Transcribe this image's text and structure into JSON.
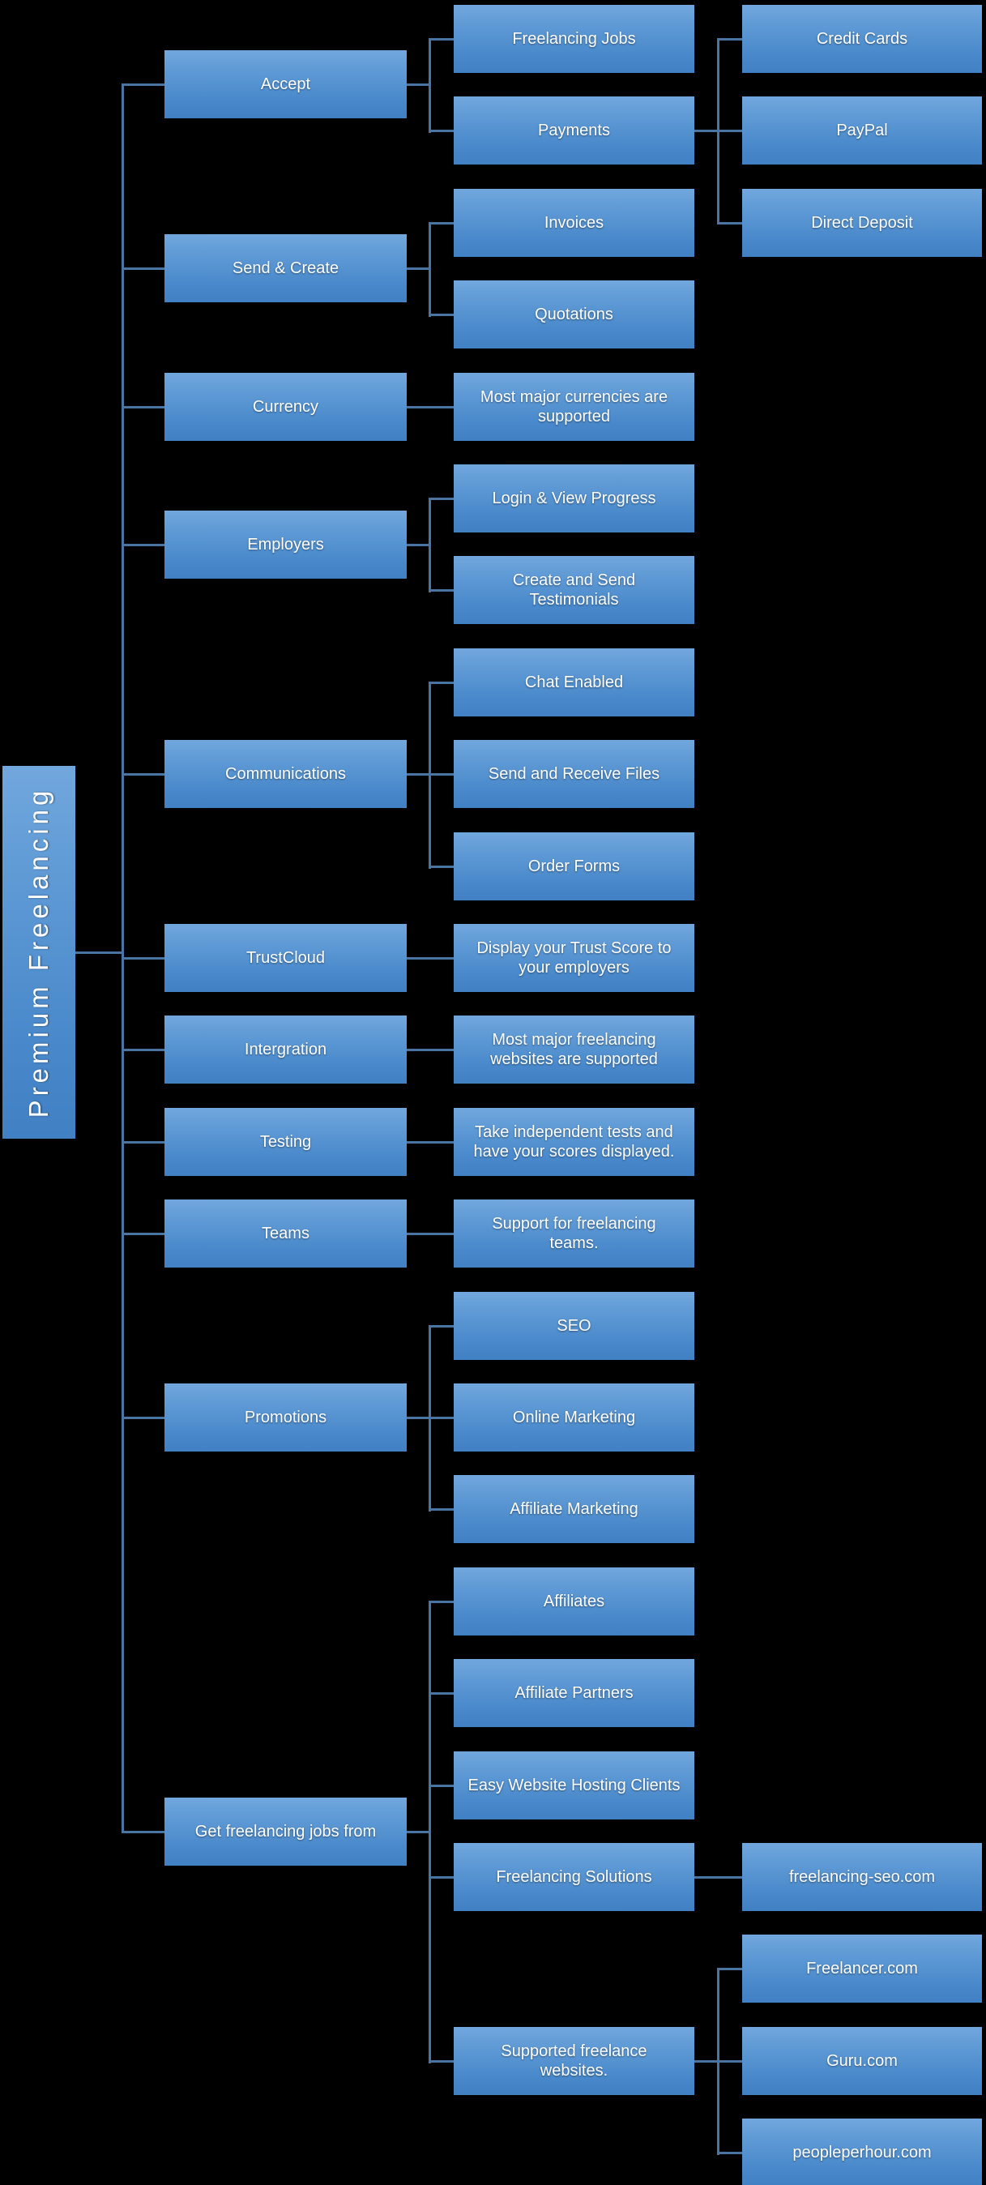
{
  "diagram": {
    "type": "hierarchy-smartart",
    "background_color": "#000000",
    "node_gradient_top": "#71a7dd",
    "node_gradient_bottom": "#4080c3",
    "connector_color": "#4a74a2",
    "text_color": "#ffffff",
    "root": {
      "label": "Premium Freelancing"
    },
    "branches": [
      {
        "label": "Accept",
        "children": [
          {
            "label": "Freelancing Jobs"
          },
          {
            "label": "Payments",
            "children": [
              {
                "label": "Credit Cards"
              },
              {
                "label": "PayPal"
              },
              {
                "label": "Direct Deposit"
              }
            ]
          }
        ]
      },
      {
        "label": "Send & Create",
        "children": [
          {
            "label": "Invoices"
          },
          {
            "label": "Quotations"
          }
        ]
      },
      {
        "label": "Currency",
        "children": [
          {
            "label": "Most major currencies are\nsupported"
          }
        ]
      },
      {
        "label": "Employers",
        "children": [
          {
            "label": "Login & View Progress"
          },
          {
            "label": "Create and Send\nTestimonials"
          }
        ]
      },
      {
        "label": "Communications",
        "children": [
          {
            "label": "Chat Enabled"
          },
          {
            "label": "Send and Receive Files"
          },
          {
            "label": "Order Forms"
          }
        ]
      },
      {
        "label": "TrustCloud",
        "children": [
          {
            "label": "Display your Trust Score to\nyour employers"
          }
        ]
      },
      {
        "label": "Intergration",
        "children": [
          {
            "label": "Most major freelancing\nwebsites are supported"
          }
        ]
      },
      {
        "label": "Testing",
        "children": [
          {
            "label": "Take independent tests and\nhave your scores displayed."
          }
        ]
      },
      {
        "label": "Teams",
        "children": [
          {
            "label": "Support for freelancing\nteams."
          }
        ]
      },
      {
        "label": "Promotions",
        "children": [
          {
            "label": "SEO"
          },
          {
            "label": "Online Marketing"
          },
          {
            "label": "Affiliate Marketing"
          }
        ]
      },
      {
        "label": "Get freelancing jobs from",
        "children": [
          {
            "label": "Affiliates"
          },
          {
            "label": "Affiliate Partners"
          },
          {
            "label": "Easy Website Hosting Clients"
          },
          {
            "label": "Freelancing Solutions",
            "children": [
              {
                "label": "freelancing-seo.com"
              }
            ]
          },
          {
            "label": "Supported freelance\nwebsites.",
            "children": [
              {
                "label": "Freelancer.com"
              },
              {
                "label": "Guru.com"
              },
              {
                "label": "peopleperhour.com"
              }
            ]
          }
        ]
      }
    ]
  }
}
